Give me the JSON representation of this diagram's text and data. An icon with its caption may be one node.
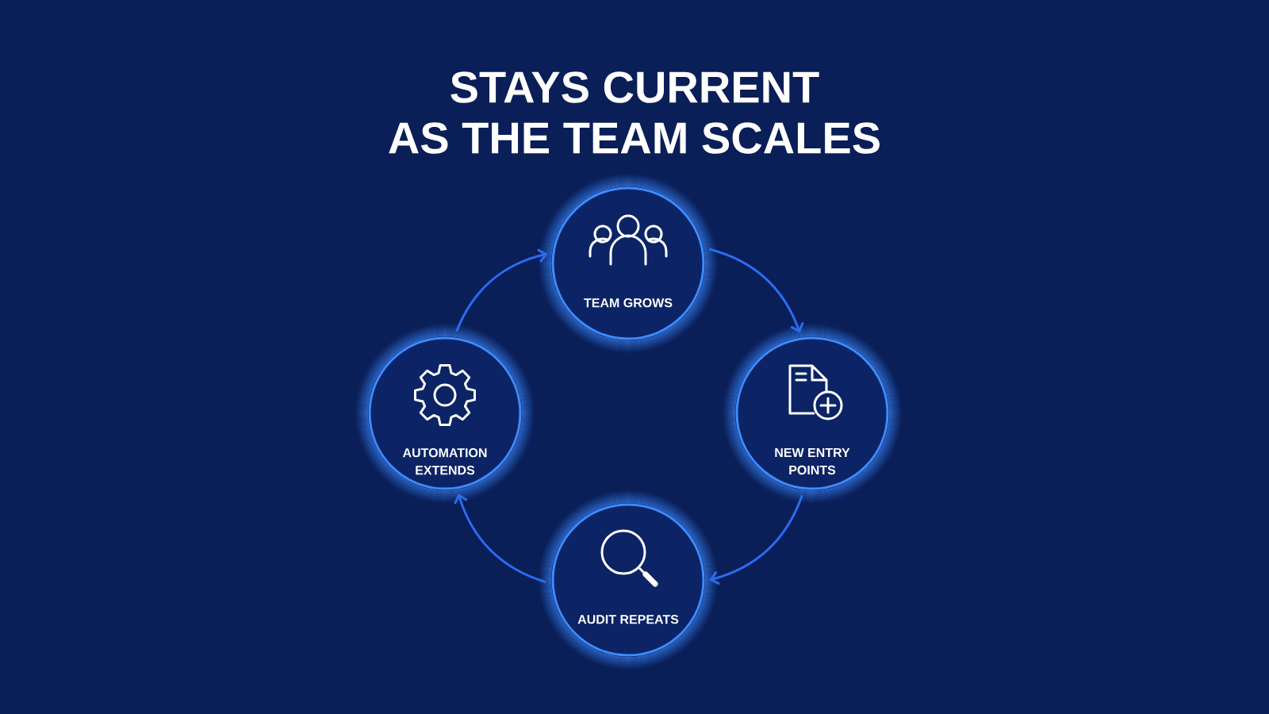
{
  "diagram": {
    "title": "STAYS CURRENT AS THE TEAM SCALES",
    "nodes": [
      {
        "text": [
          "TEAM GROWS"
        ]
      },
      {
        "text": [
          "NEW ENTRY POINTS"
        ]
      },
      {
        "text": [
          "AUDIT REPEATS"
        ]
      },
      {
        "text": [
          "AUTOMATION EXTENDS"
        ]
      }
    ],
    "edges": [
      {
        "from": 0,
        "to": 1,
        "arrow": "to"
      },
      {
        "from": 1,
        "to": 2,
        "arrow": "to"
      },
      {
        "from": 2,
        "to": 3,
        "arrow": "to"
      },
      {
        "from": 3,
        "to": 0,
        "arrow": "to"
      }
    ]
  }
}
